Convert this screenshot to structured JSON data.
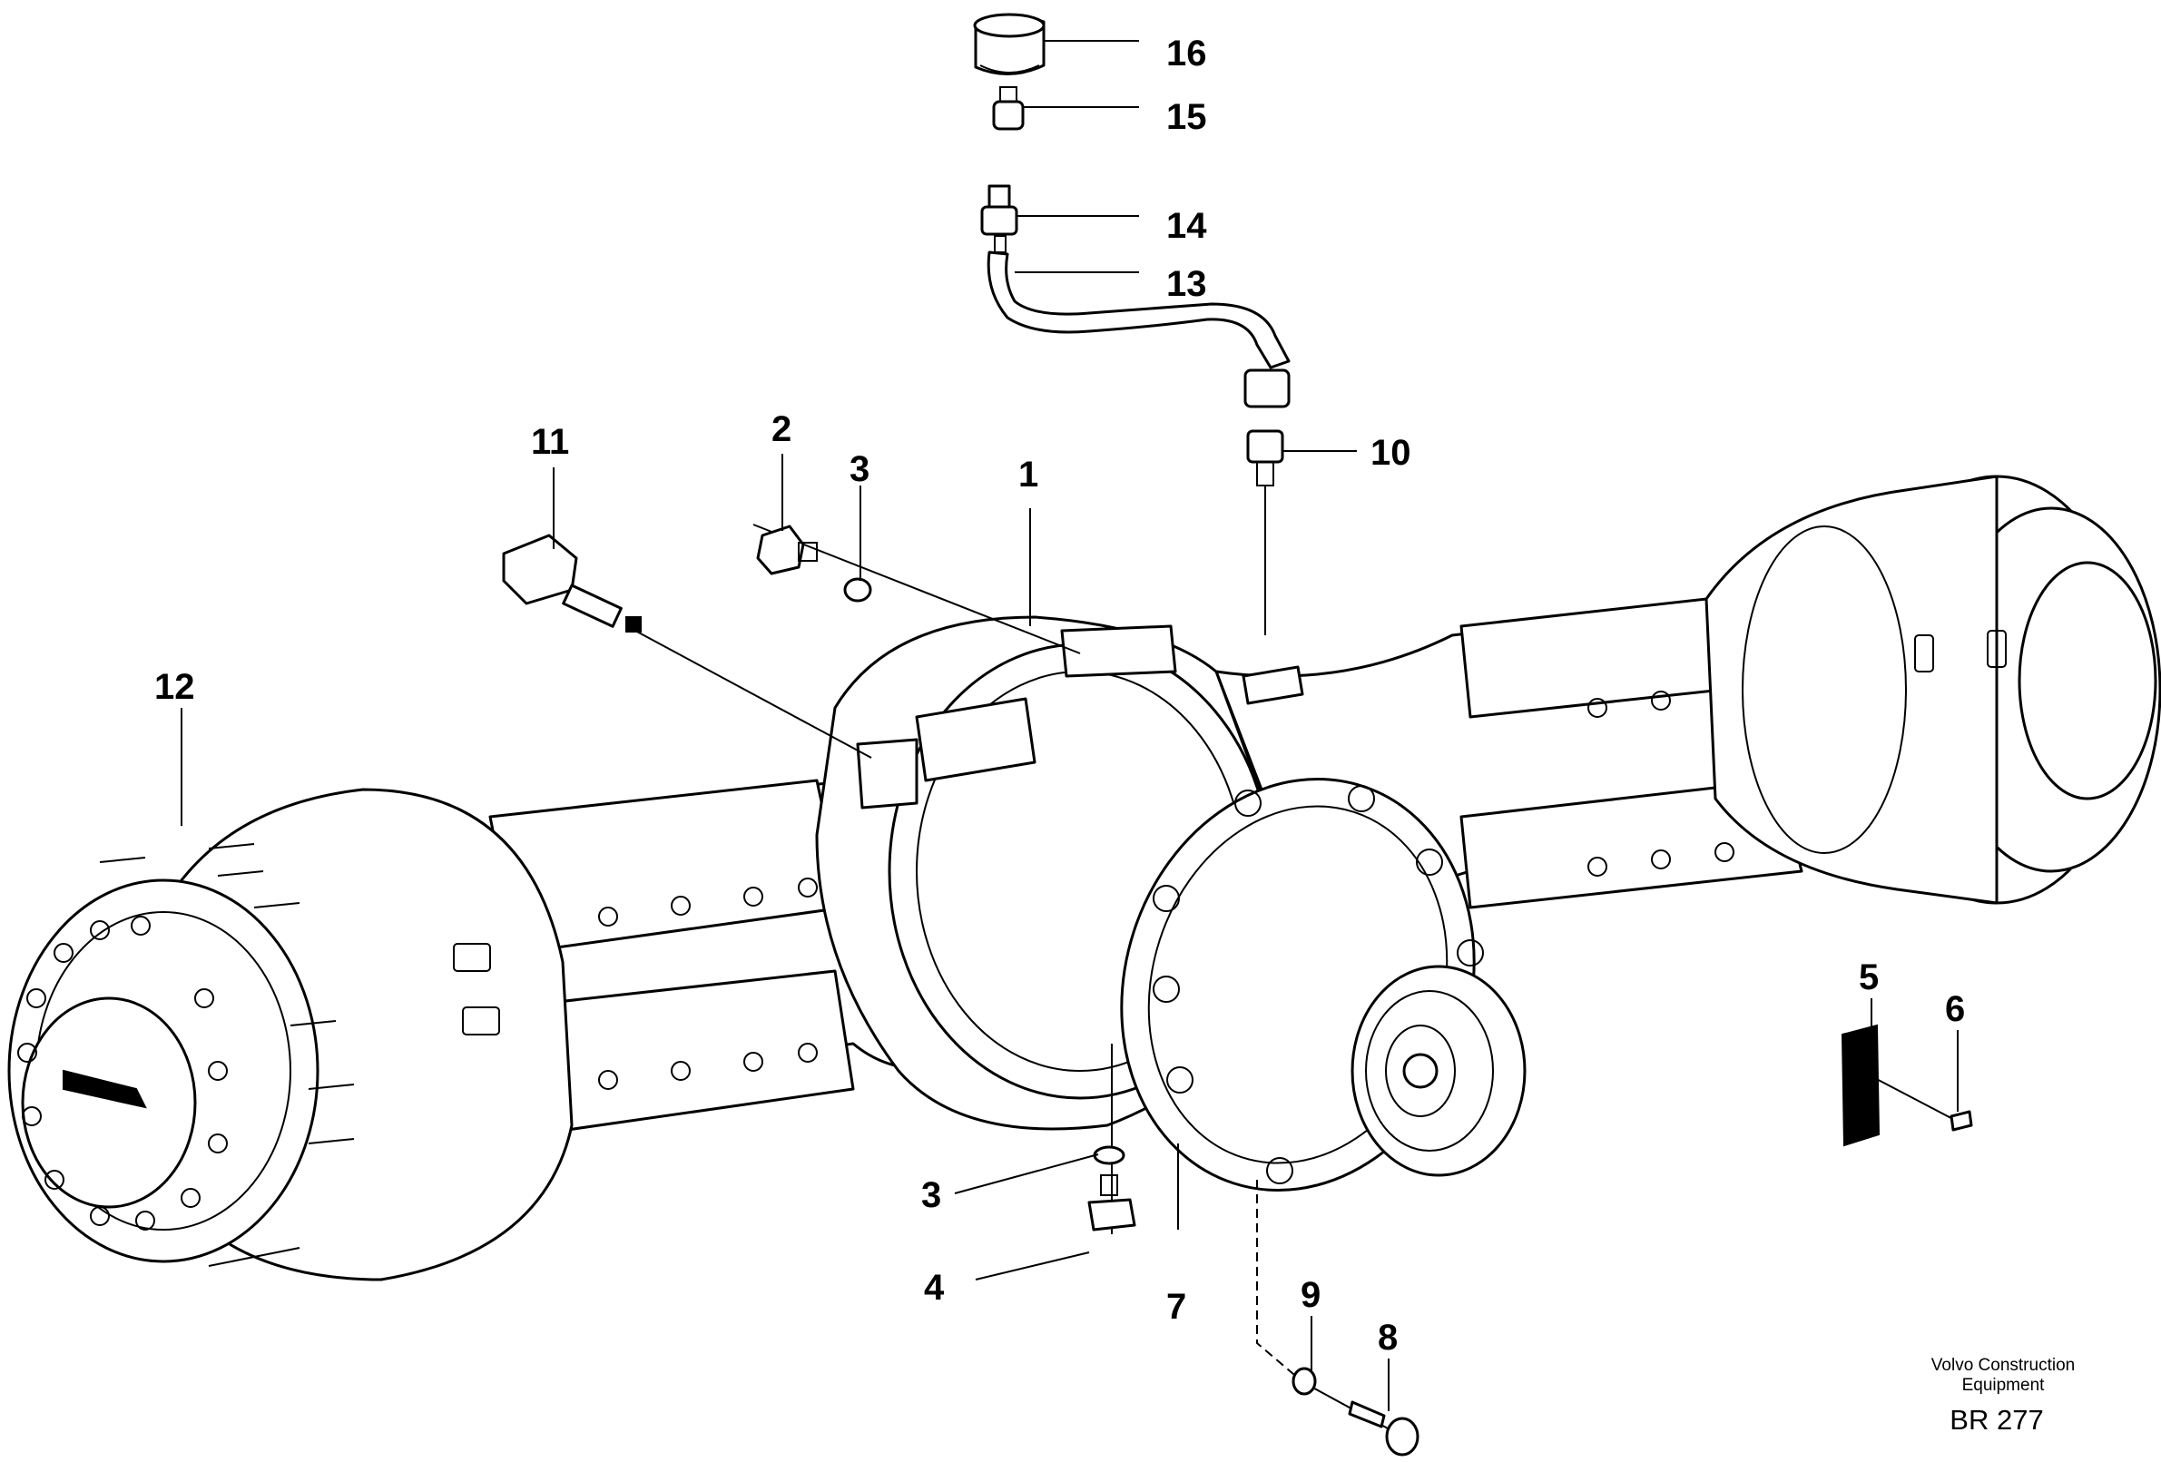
{
  "callouts": [
    {
      "id": "1",
      "label": "1"
    },
    {
      "id": "2",
      "label": "2"
    },
    {
      "id": "3a",
      "label": "3"
    },
    {
      "id": "3b",
      "label": "3"
    },
    {
      "id": "4",
      "label": "4"
    },
    {
      "id": "5",
      "label": "5"
    },
    {
      "id": "6",
      "label": "6"
    },
    {
      "id": "7",
      "label": "7"
    },
    {
      "id": "8",
      "label": "8"
    },
    {
      "id": "9",
      "label": "9"
    },
    {
      "id": "10",
      "label": "10"
    },
    {
      "id": "11",
      "label": "11"
    },
    {
      "id": "12",
      "label": "12"
    },
    {
      "id": "13",
      "label": "13"
    },
    {
      "id": "14",
      "label": "14"
    },
    {
      "id": "15",
      "label": "15"
    },
    {
      "id": "16",
      "label": "16"
    }
  ],
  "caption": {
    "line1": "Volvo Construction",
    "line2": "Equipment",
    "code": "BR 277"
  }
}
